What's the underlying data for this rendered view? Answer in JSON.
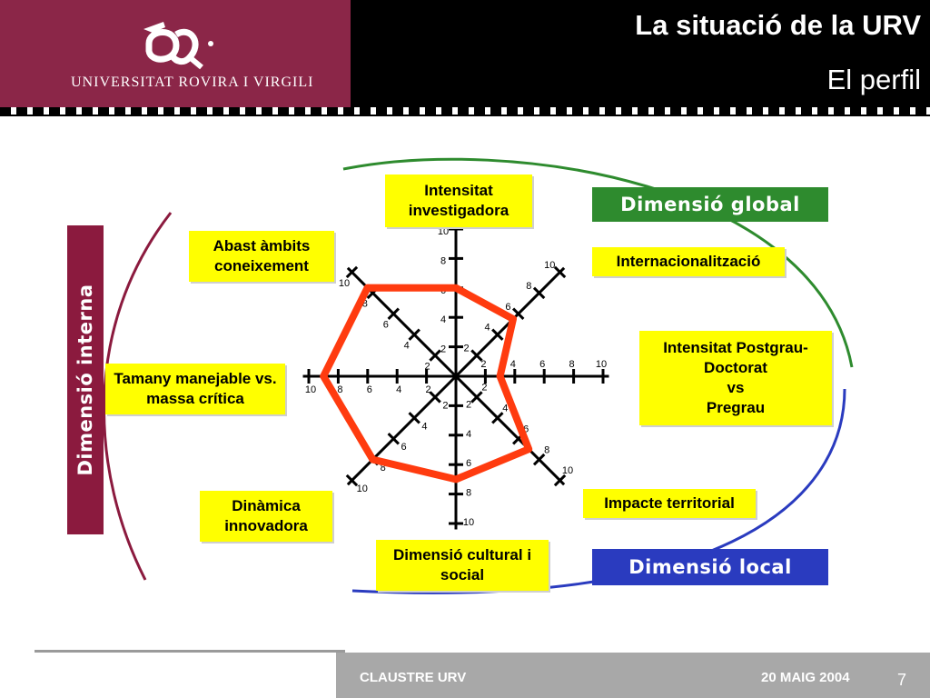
{
  "header": {
    "university_name": "UNIVERSITAT ROVIRA I VIRGILI",
    "title": "La situació de la URV",
    "subtitle": "El perfil",
    "logo_icon": "urv-logo-icon"
  },
  "dimensions": {
    "global": "Dimensió global",
    "local": "Dimensió local",
    "interna": "Dimensió interna"
  },
  "axes_labels": {
    "intensitat_investigadora": "Intensitat investigadora",
    "internacionalitzacio": "Internacionalització",
    "postgrau_doctorat": [
      "Intensitat Postgrau-",
      "Doctorat",
      "vs",
      "Pregrau"
    ],
    "impacte_territorial": "Impacte territorial",
    "dimensio_cultural": "Dimensió cultural i social",
    "dinamica_innovadora": "Dinàmica innovadora",
    "tamany_manejable": "Tamany manejable vs. massa crítica",
    "abast_ambits": "Abast àmbits coneixement"
  },
  "chart_data": {
    "type": "radar",
    "scale": [
      0,
      10
    ],
    "tick_labels": [
      "2",
      "4",
      "6",
      "8",
      "10"
    ],
    "axes": [
      "Intensitat investigadora",
      "Internacionalització",
      "Intensitat Postgrau-Doctorat vs Pregrau",
      "Impacte territorial",
      "Dimensió cultural i social",
      "Dinàmica innovadora",
      "Tamany manejable vs. massa crítica",
      "Abast àmbits coneixement"
    ],
    "values": [
      6,
      5.5,
      3,
      7,
      7,
      8,
      9,
      8.5
    ],
    "colors": {
      "profile_line": "#ff3b0f",
      "global": "#2e8b2e",
      "local": "#2a3bbf",
      "interna": "#8b1a3e"
    }
  },
  "footer": {
    "left_text": "CLAUSTRE URV",
    "date": "20 MAIG 2004",
    "page": "7"
  }
}
